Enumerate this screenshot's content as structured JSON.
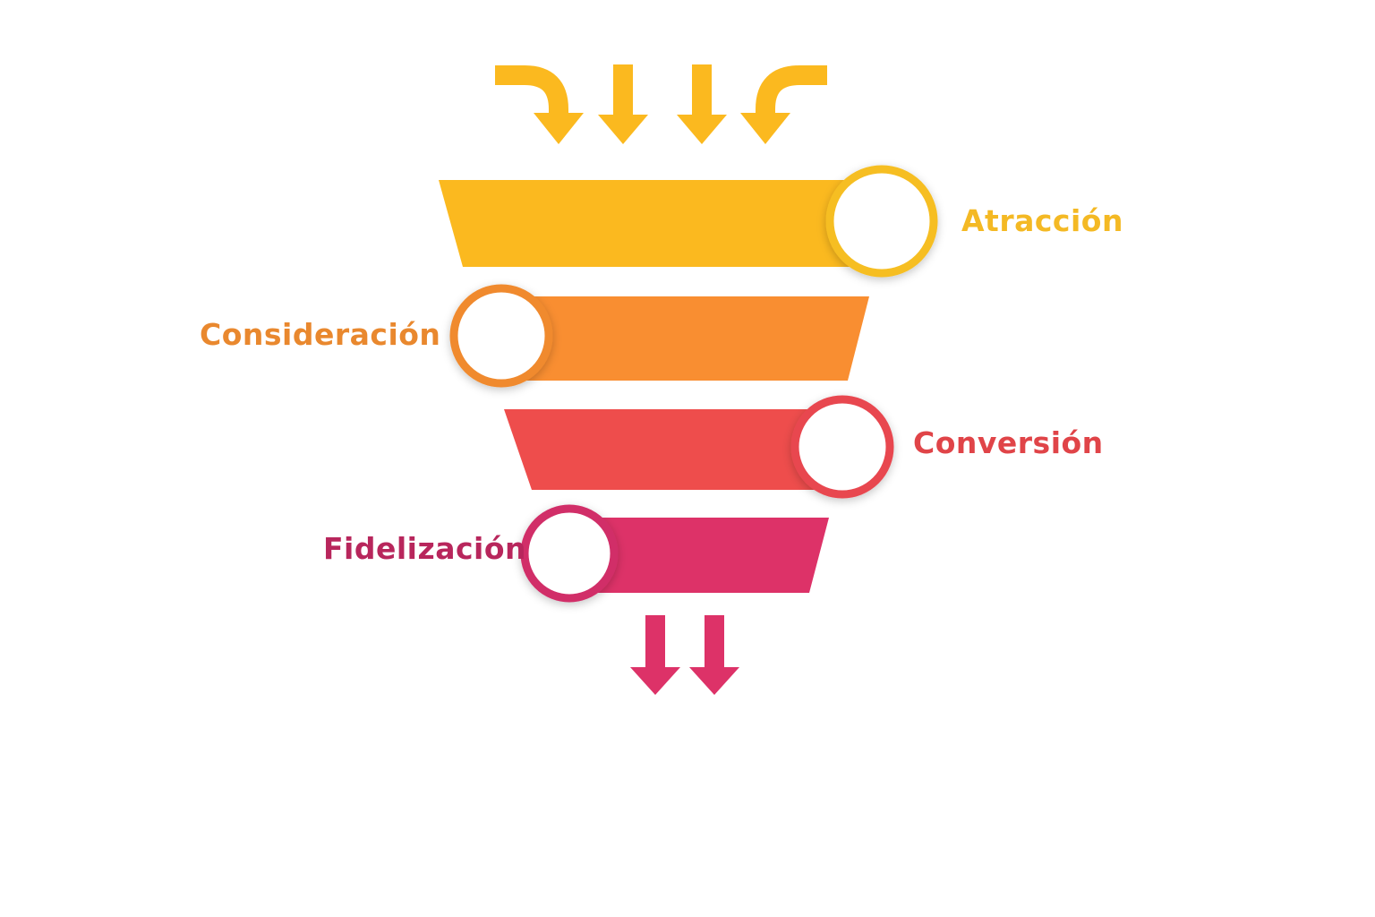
{
  "stages": [
    {
      "label": "Atracción",
      "color": "#FBB91F",
      "ring": "#F6BE22"
    },
    {
      "label": "Consideración",
      "color": "#F98E31",
      "ring": "#F08A2D"
    },
    {
      "label": "Conversión",
      "color": "#EE4D4C",
      "ring": "#E84750"
    },
    {
      "label": "Fidelización",
      "color": "#DD3268",
      "ring": "#D12E68"
    }
  ],
  "label_colors": [
    "#F4B924",
    "#E9882E",
    "#E04448",
    "#B8265C"
  ],
  "input_arrow_color": "#FBB91F",
  "output_arrow_color": "#DD3268",
  "icons": {
    "inputs": [
      "curved-arrow-down-icon",
      "arrow-down-icon",
      "arrow-down-icon",
      "curved-arrow-down-icon"
    ],
    "outputs": [
      "arrow-down-icon",
      "arrow-down-icon"
    ]
  }
}
